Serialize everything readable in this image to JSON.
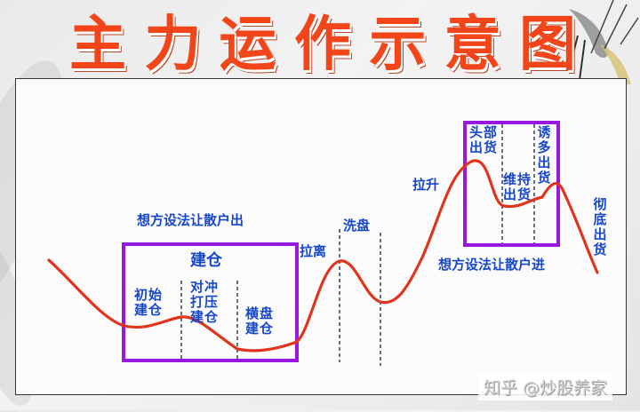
{
  "title": {
    "chars": [
      "主",
      "力",
      "运",
      "作",
      "示",
      "意",
      "图"
    ],
    "text": "主力运作示意图",
    "color": "#f2461a"
  },
  "colors": {
    "curve": "#e0341c",
    "box": "#9a17e0",
    "label": "#1747c9",
    "divider": "#3a3a5a"
  },
  "diagram": {
    "top_left_caption": "想方设法让散户出",
    "accumulation_box": {
      "title": "建仓",
      "sections": [
        {
          "label": "初始建仓"
        },
        {
          "label": "对冲打压建仓"
        },
        {
          "label": "横盘建仓"
        }
      ]
    },
    "pull_away": "拉离",
    "washout": "洗盘",
    "pull_up": "拉升",
    "distribution_box": {
      "sections": [
        {
          "label": "头部出货"
        },
        {
          "label": "维持出货"
        },
        {
          "label": "诱多出货"
        }
      ]
    },
    "bottom_right_caption": "想方设法让散户进",
    "final_sell": "彻底出货"
  },
  "watermark": "知乎 @炒股养家"
}
